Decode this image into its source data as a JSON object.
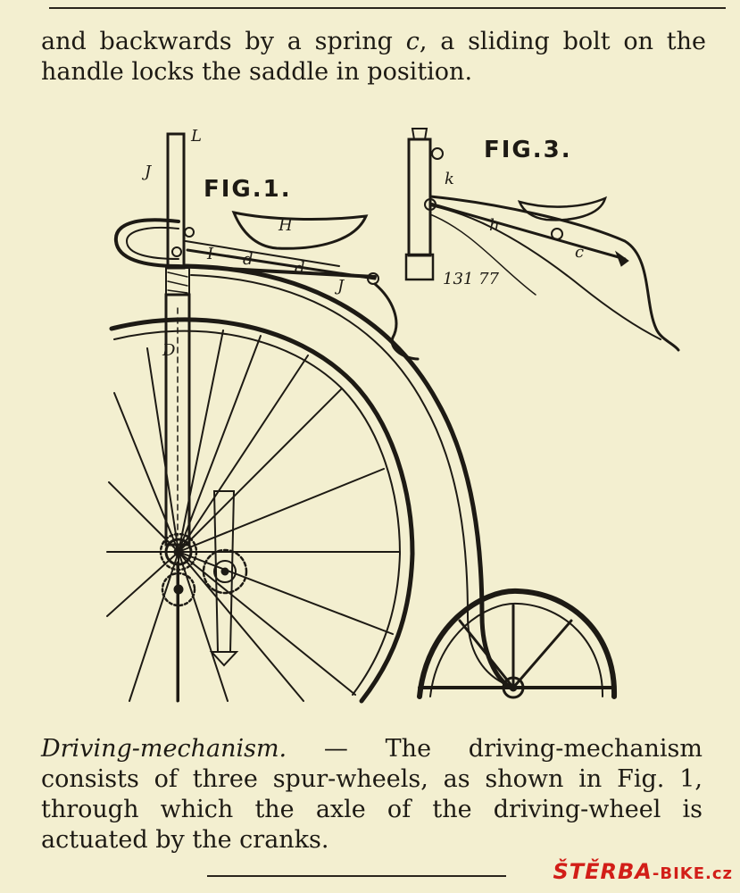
{
  "top_text": {
    "line1_a": "and backwards by a spring ",
    "line1_c": "c",
    "line1_b": ", a sliding bolt on the",
    "line2": "handle locks the saddle in position."
  },
  "figure": {
    "fig1_label": "FIG.1.",
    "fig3_label": "FIG.3.",
    "patent_number": "131 77",
    "letters": {
      "L": "L",
      "J": "J",
      "H": "H",
      "I": "I",
      "d1": "d",
      "d2": "d",
      "J2": "J",
      "D": "D",
      "k": "k",
      "h": "h",
      "c": "c"
    }
  },
  "bottom_text": {
    "title": "Driving-mechanism.",
    "line1_rest": " — The driving-mechanism",
    "line2": "consists of three spur-wheels, as shown in Fig. 1,",
    "line3": "through which the axle of the driving-wheel is",
    "line4": "actuated by the cranks."
  },
  "watermark": {
    "brand": "ŠTĚRBA",
    "suffix": "-BIKE.cz"
  }
}
